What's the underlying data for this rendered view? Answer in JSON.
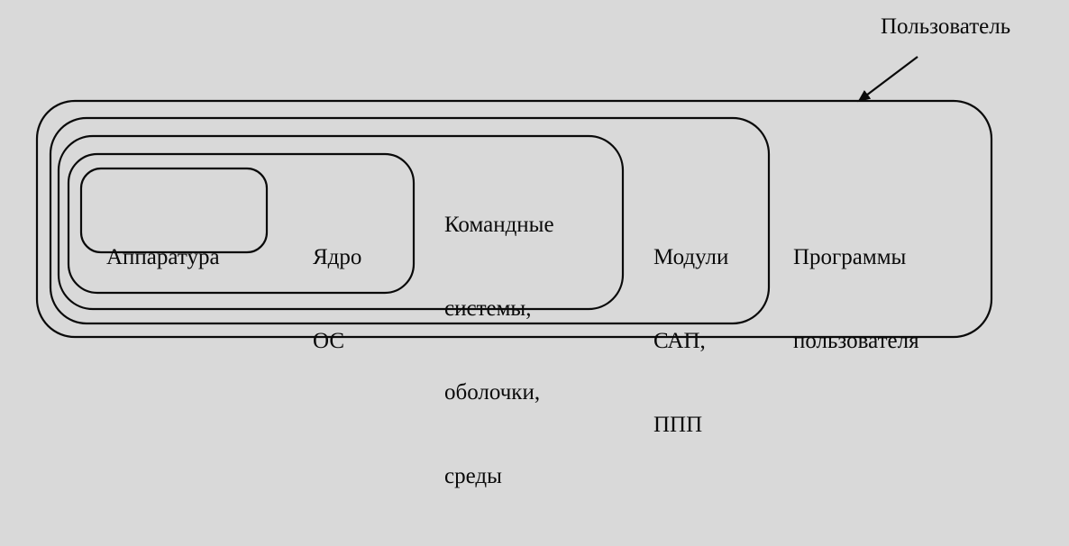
{
  "diagram": {
    "user_label": "Пользователь",
    "layers": [
      {
        "id": "hardware",
        "lines": [
          "Аппаратура"
        ]
      },
      {
        "id": "kernel",
        "lines": [
          "Ядро",
          "ОС"
        ]
      },
      {
        "id": "shells",
        "lines": [
          "Командные",
          "системы,",
          "оболочки,",
          "среды"
        ]
      },
      {
        "id": "modules",
        "lines": [
          "Модули",
          "САП,",
          "ППП"
        ]
      },
      {
        "id": "user-programs",
        "lines": [
          "Программы",
          "пользователя"
        ]
      }
    ]
  },
  "colors": {
    "ink": "#0a0a0a",
    "paper": "#d9d9d9"
  }
}
